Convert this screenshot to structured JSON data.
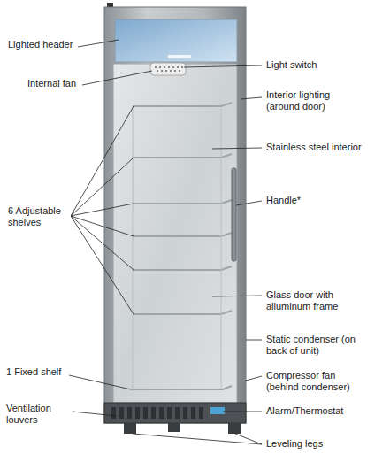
{
  "diagram": {
    "labels": [
      "Lighted header",
      "Internal fan",
      "6 Adjustable shelves",
      "1 Fixed shelf",
      "Ventilation louvers",
      "Light switch",
      "Interior lighting (around door)",
      "Stainless steel interior",
      "Handle*",
      "Glass door with alluminum frame",
      "Static condenser (on back of unit)",
      "Compressor fan (behind condenser)",
      "Alarm/Thermostat",
      "Leveling legs"
    ]
  }
}
